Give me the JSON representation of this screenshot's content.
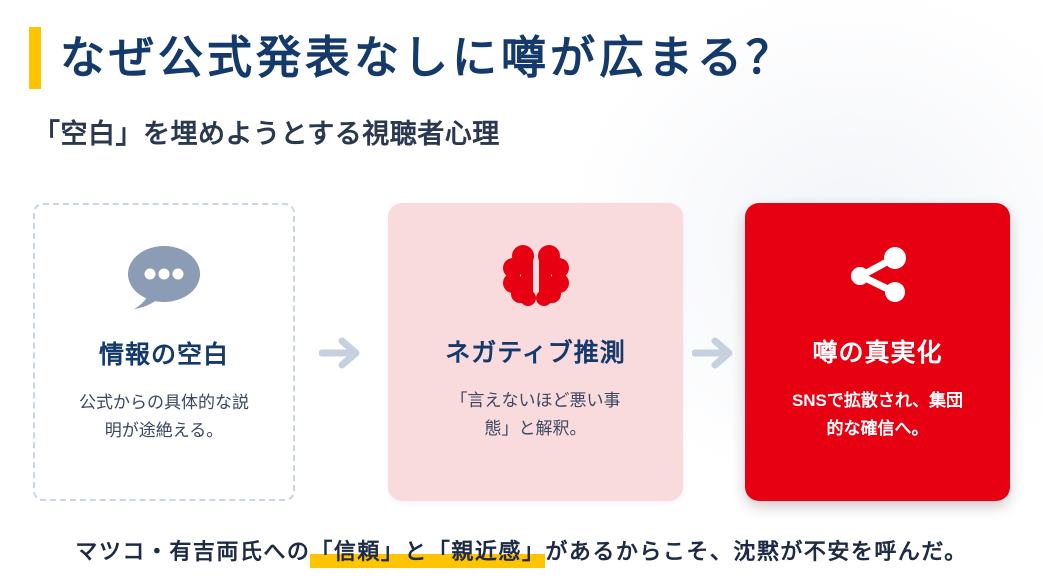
{
  "page": {
    "title": "なぜ公式発表なしに噂が広まる？",
    "subtitle": "「空白」を埋めようとする視聴者心理"
  },
  "flow": {
    "arrow_glyph": "→",
    "cards": [
      {
        "id": "info-gap",
        "title": "情報の空白",
        "body": "公式からの具体的な説明が途絶える。",
        "icon": "speech-bubble-icon",
        "style": "dashed-white"
      },
      {
        "id": "negative-speculation",
        "title": "ネガティブ推測",
        "body": "「言えないほど悪い事態」と解釈。",
        "icon": "brain-icon",
        "style": "light-pink"
      },
      {
        "id": "rumor-becomes-truth",
        "title": "噂の真実化",
        "body": "SNSで拡散され、集団的な確信へ。",
        "icon": "share-icon",
        "style": "solid-red"
      }
    ]
  },
  "footer": {
    "pre": "マツコ・有吉両氏への",
    "highlighted": "「信頼」と「親近感」",
    "post": "があるからこそ、沈黙が不安を呼んだ。"
  },
  "colors": {
    "accent_yellow": "#FFC400",
    "title_navy": "#14396B",
    "red": "#E60012",
    "light_pink": "#F9DBDE",
    "icon_gray_blue": "#8B9CB4",
    "arrow_gray": "#C6D0DE",
    "dashed_border": "#C9D5E2",
    "subtitle_text": "#2B3950",
    "body_text": "#3A4760",
    "footer_text": "#1F2B45"
  }
}
